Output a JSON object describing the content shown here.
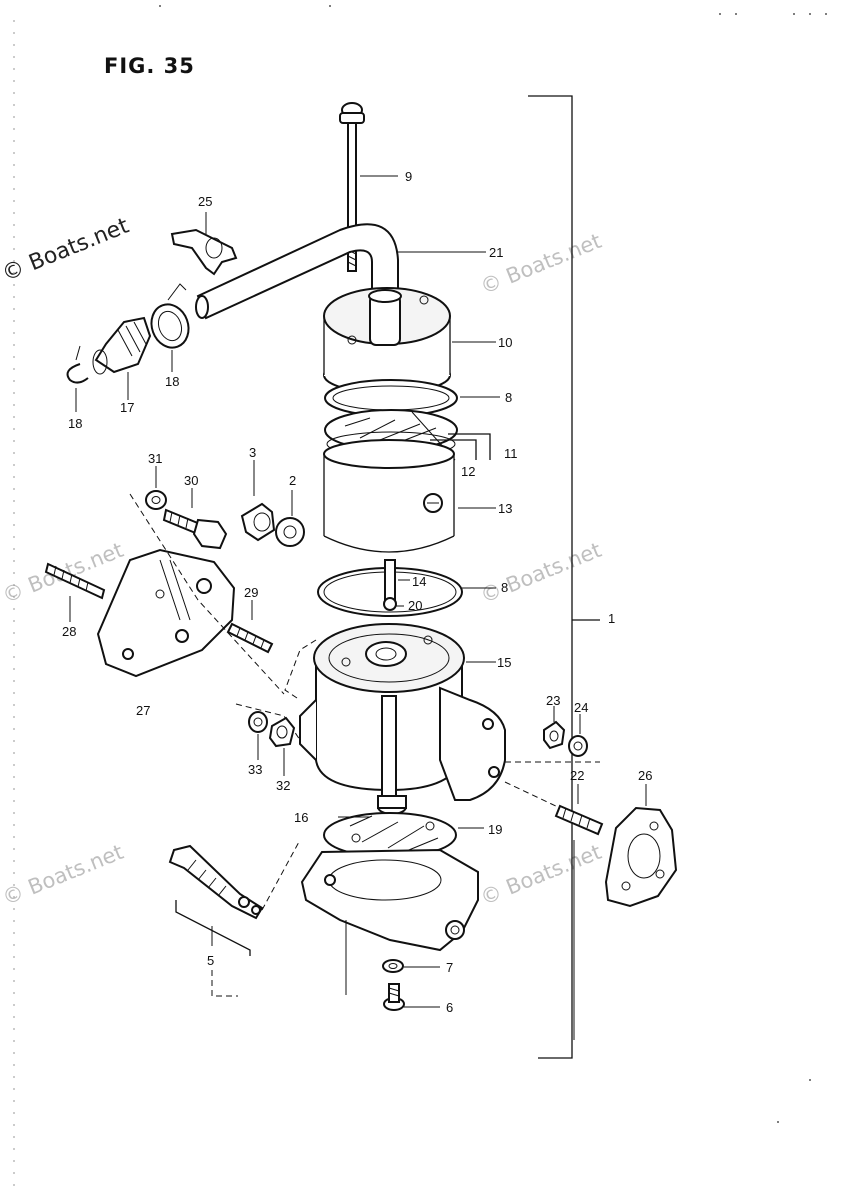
{
  "figure": {
    "title": "FIG. 35"
  },
  "watermark": {
    "text": "© Boats.net"
  },
  "callouts": {
    "c1": "1",
    "c2": "2",
    "c3": "3",
    "c5": "5",
    "c6": "6",
    "c7": "7",
    "c8a": "8",
    "c8b": "8",
    "c9": "9",
    "c10": "10",
    "c11": "11",
    "c12": "12",
    "c13": "13",
    "c14": "14",
    "c15": "15",
    "c16": "16",
    "c17": "17",
    "c18a": "18",
    "c18b": "18",
    "c19": "19",
    "c20": "20",
    "c21": "21",
    "c22": "22",
    "c23": "23",
    "c24": "24",
    "c25": "25",
    "c26": "26",
    "c27": "27",
    "c28": "28",
    "c29": "29",
    "c30": "30",
    "c31": "31",
    "c32": "32",
    "c33": "33"
  }
}
